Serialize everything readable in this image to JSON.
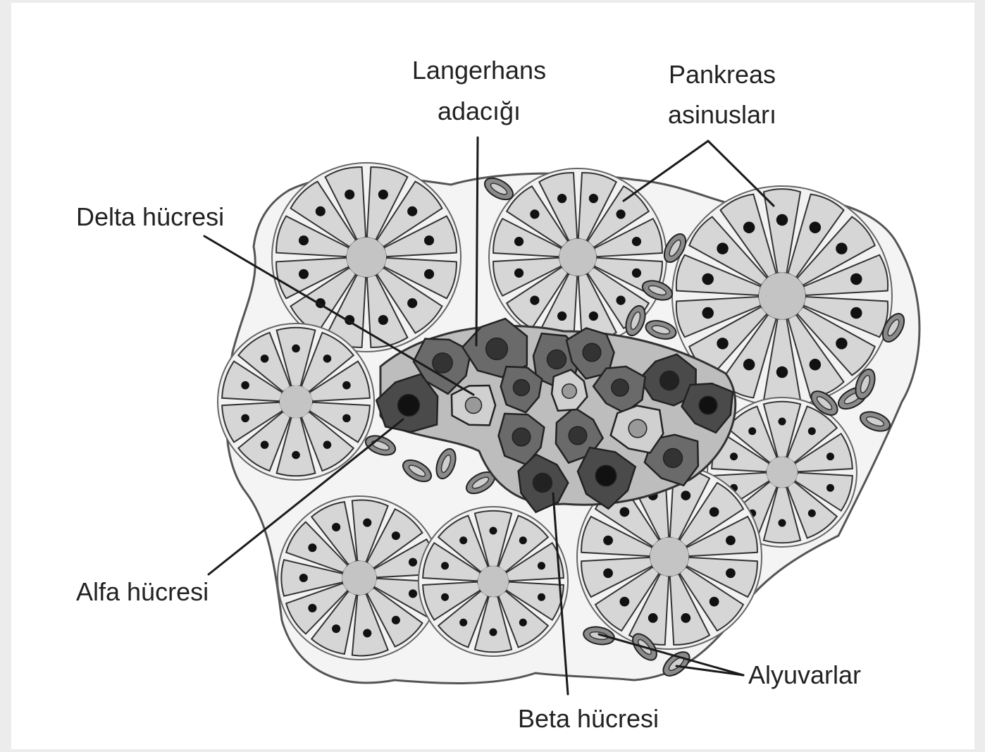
{
  "labels": {
    "langerhans_line1": "Langerhans",
    "langerhans_line2": "adacığı",
    "pankreas_line1": "Pankreas",
    "pankreas_line2": "asinusları",
    "delta": "Delta hücresi",
    "alfa": "Alfa hücresi",
    "beta": "Beta hücresi",
    "alyuvarlar": "Alyuvarlar"
  },
  "colors": {
    "acinus_cell": "#d6d6d6",
    "islet_dark": "#4a4a4a",
    "islet_mid": "#6a6a6a",
    "islet_light": "#d0d0d0",
    "rbc": "#8a8a8a"
  }
}
